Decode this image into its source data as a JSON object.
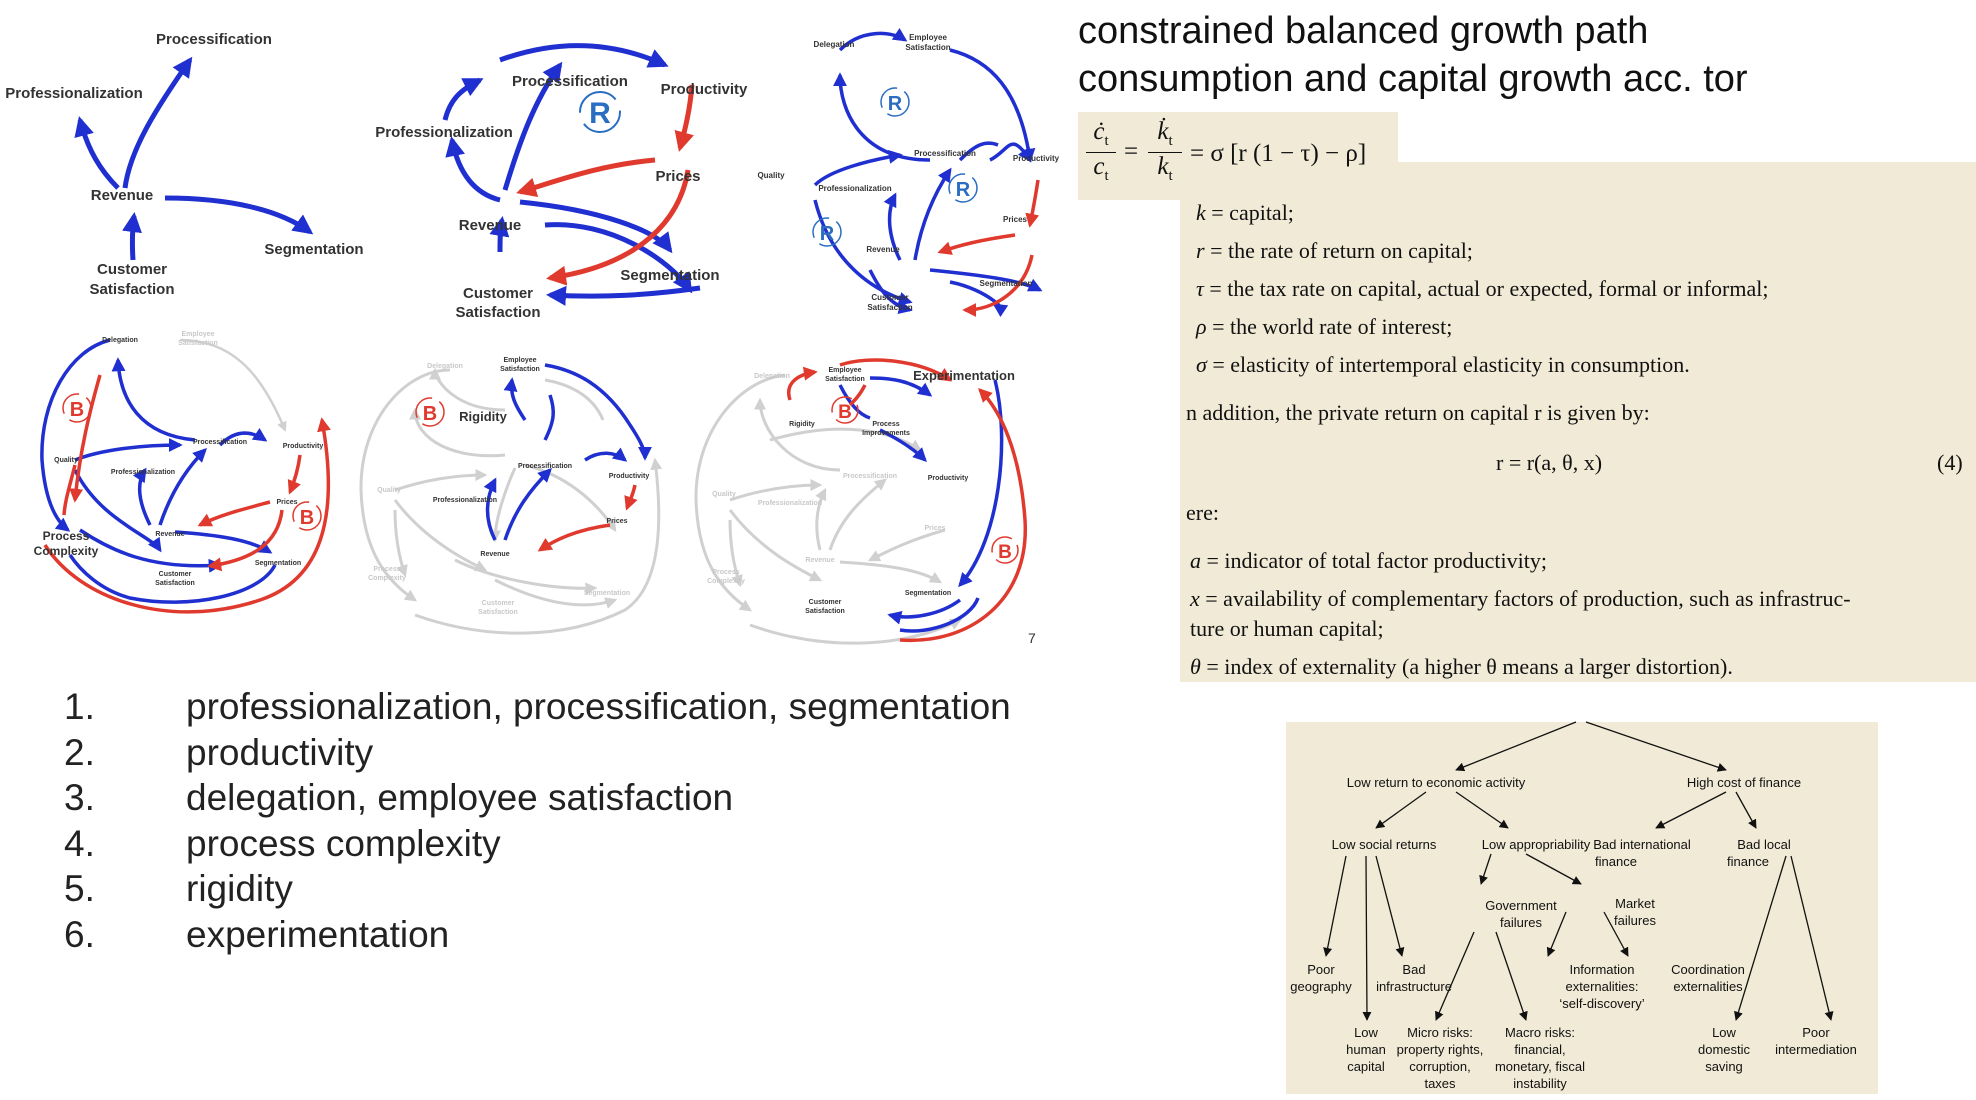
{
  "slide_number": "7",
  "heading": {
    "line1": "constrained balanced growth path",
    "line2": "consumption and capital growth acc. tor"
  },
  "equation": {
    "lhs_num": "ċ",
    "lhs_den": "c",
    "mid_num": "k̇",
    "mid_den": "k",
    "sub": "t",
    "rhs": "= σ [r (1 − τ) − ρ]"
  },
  "definitions": [
    {
      "sym": "k",
      "text": " = capital;"
    },
    {
      "sym": "r",
      "text": " = the rate of return on capital;"
    },
    {
      "sym": "τ",
      "text": " = the tax rate on capital, actual or expected, formal or informal;"
    },
    {
      "sym": "ρ",
      "text": " = the world rate of interest;"
    },
    {
      "sym": "σ",
      "text": " = elasticity of intertemporal elasticity in consumption."
    }
  ],
  "addition_line": "n addition, the private return on capital r is given by:",
  "return_eq": "r = r(a, θ, x)",
  "return_eq_num": "(4)",
  "where": "ere:",
  "definitions2": [
    {
      "sym": "a",
      "text": " = indicator of total factor productivity;"
    },
    {
      "sym": "x",
      "text": " = availability of complementary factors of production, such as infrastruc-"
    },
    {
      "sym": "",
      "text": "ture or human capital;"
    },
    {
      "sym": "θ",
      "text": " = index of externality (a higher θ means a larger distortion)."
    }
  ],
  "list": [
    {
      "n": "1.",
      "t": "professionalization, processification, segmentation"
    },
    {
      "n": "2.",
      "t": "productivity"
    },
    {
      "n": "3.",
      "t": "delegation, employee satisfaction"
    },
    {
      "n": "4.",
      "t": "process complexity"
    },
    {
      "n": "5.",
      "t": "rigidity"
    },
    {
      "n": "6.",
      "t": "experimentation"
    }
  ],
  "tree": {
    "low_return": "Low return to economic activity",
    "high_cost": "High cost of finance",
    "low_social": "Low social returns",
    "low_approp": "Low appropriability",
    "bad_intl": [
      "Bad international",
      "finance"
    ],
    "bad_local": [
      "Bad local",
      "finance"
    ],
    "gov_fail": [
      "Government",
      "failures"
    ],
    "market_fail": [
      "Market",
      "failures"
    ],
    "poor_geo": [
      "Poor",
      "geography"
    ],
    "bad_infra": [
      "Bad",
      "infrastructure"
    ],
    "info_ext": [
      "Information",
      "externalities:",
      "‘self-discovery’"
    ],
    "coord_ext": [
      "Coordination",
      "externalities"
    ],
    "low_human": [
      "Low",
      "human",
      "capital"
    ],
    "micro": [
      "Micro risks:",
      "property rights,",
      "corruption,",
      "taxes"
    ],
    "macro": [
      "Macro risks:",
      "financial,",
      "monetary, fiscal",
      "instability"
    ],
    "low_saving": [
      "Low",
      "domestic",
      "saving"
    ],
    "poor_inter": [
      "Poor",
      "intermediation"
    ]
  },
  "cld": {
    "p1": {
      "processification": "Processification",
      "professionalization": "Professionalization",
      "revenue": "Revenue",
      "segmentation": "Segmentation",
      "cust1": "Customer",
      "cust2": "Satisfaction"
    },
    "p2": {
      "processification": "Processification",
      "productivity": "Productivity",
      "professionalization": "Professionalization",
      "prices": "Prices",
      "revenue": "Revenue",
      "segmentation": "Segmentation",
      "cust1": "Customer",
      "cust2": "Satisfaction",
      "loop": "R"
    },
    "p3": {
      "delegation": "Delegation",
      "emp1": "Employee",
      "emp2": "Satisfaction",
      "processification": "Processification",
      "productivity": "Productivity",
      "quality": "Quality",
      "professionalization": "Professionalization",
      "prices": "Prices",
      "revenue": "Revenue",
      "segmentation": "Segmentation",
      "cust1": "Customer",
      "cust2": "Satisfaction",
      "loop": "R"
    },
    "p4": {
      "delegation": "Delegation",
      "emp1": "Employee",
      "emp2": "Satisfaction",
      "processification": "Processification",
      "productivity": "Productivity",
      "quality": "Quality",
      "professionalization": "Professionalization",
      "prices": "Prices",
      "revenue": "Revenue",
      "segmentation": "Segmentation",
      "cust1": "Customer",
      "cust2": "Satisfaction",
      "pc1": "Process",
      "pc2": "Complexity",
      "loop": "B"
    },
    "p5": {
      "delegation": "Delegation",
      "emp1": "Employee",
      "emp2": "Satisfaction",
      "rigidity": "Rigidity",
      "processification": "Processification",
      "productivity": "Productivity",
      "quality": "Quality",
      "professionalization": "Professionalization",
      "prices": "Prices",
      "revenue": "Revenue",
      "segmentation": "Segmentation",
      "cust1": "Customer",
      "cust2": "Satisfaction",
      "pc1": "Process",
      "pc2": "Complexity",
      "loop": "B"
    },
    "p6": {
      "delegation": "Delegation",
      "emp1": "Employee",
      "emp2": "Satisfaction",
      "experimentation": "Experimentation",
      "rigidity": "Rigidity",
      "pi1": "Process",
      "pi2": "Improvements",
      "processification": "Processification",
      "productivity": "Productivity",
      "quality": "Quality",
      "professionalization": "Professionalization",
      "prices": "Prices",
      "revenue": "Revenue",
      "segmentation": "Segmentation",
      "cust1": "Customer",
      "cust2": "Satisfaction",
      "pc1": "Process",
      "pc2": "Complexity",
      "loop": "B"
    }
  },
  "colors": {
    "blue": "#1f2fd0",
    "red": "#e03a2e",
    "gray": "#d0d0d0",
    "loop_blue": "#2a6ec2",
    "panel_bg": "#f0ead6"
  }
}
